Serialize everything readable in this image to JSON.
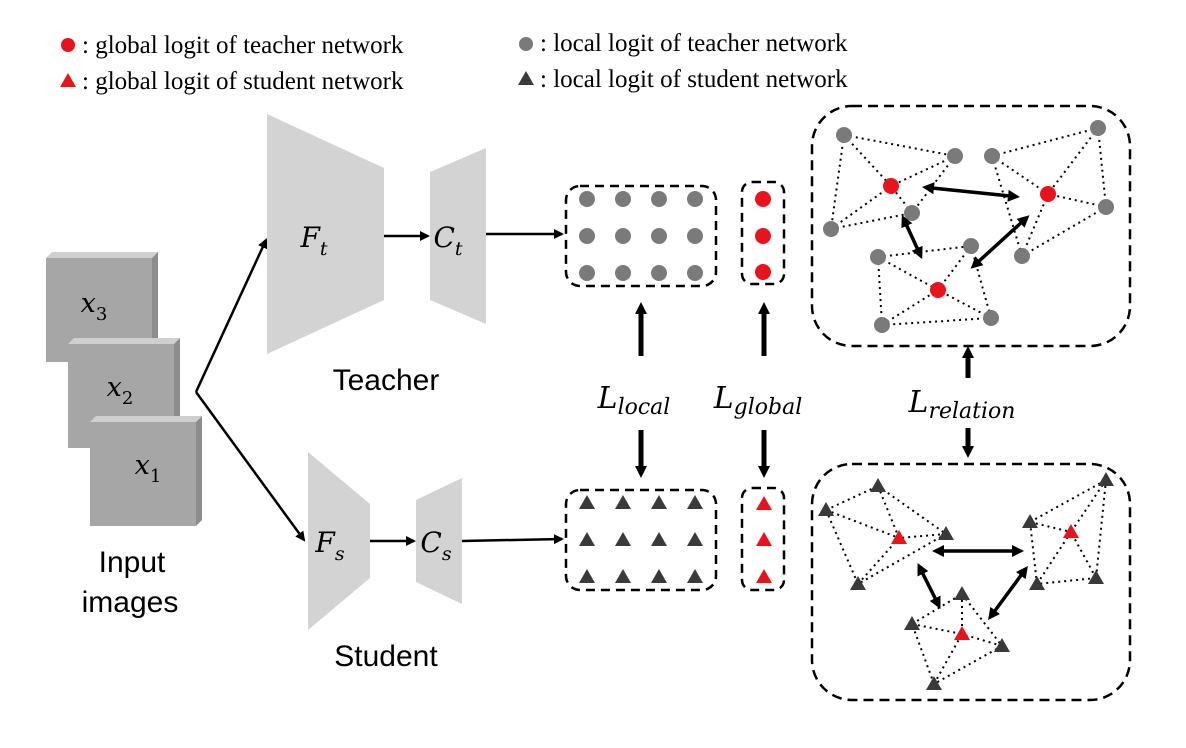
{
  "legend": {
    "teacher_global": ": global logit of teacher network",
    "student_global": ": global logit of student network",
    "teacher_local": ": local logit of teacher network",
    "student_local": ": local logit of student network"
  },
  "inputs": {
    "x3": {
      "base": "x",
      "sub": "3"
    },
    "x2": {
      "base": "x",
      "sub": "2"
    },
    "x1": {
      "base": "x",
      "sub": "1"
    },
    "caption_line1": "Input",
    "caption_line2": "images"
  },
  "teacher": {
    "feature": {
      "base": "F",
      "sub": "t"
    },
    "classifier": {
      "base": "C",
      "sub": "t"
    },
    "label": "Teacher"
  },
  "student": {
    "feature": {
      "base": "F",
      "sub": "s"
    },
    "classifier": {
      "base": "C",
      "sub": "s"
    },
    "label": "Student"
  },
  "losses": {
    "local": {
      "base": "L",
      "sub": "local"
    },
    "global": {
      "base": "L",
      "sub": "global"
    },
    "relation": {
      "base": "L",
      "sub": "relation"
    }
  },
  "colors": {
    "global_mark": "#e8141b",
    "teacher_local": "#7a7a7a",
    "student_local": "#3a3a3a",
    "network_block": "#d3d3d3",
    "image_face": "#a6a6a6",
    "arrow": "#000000"
  }
}
